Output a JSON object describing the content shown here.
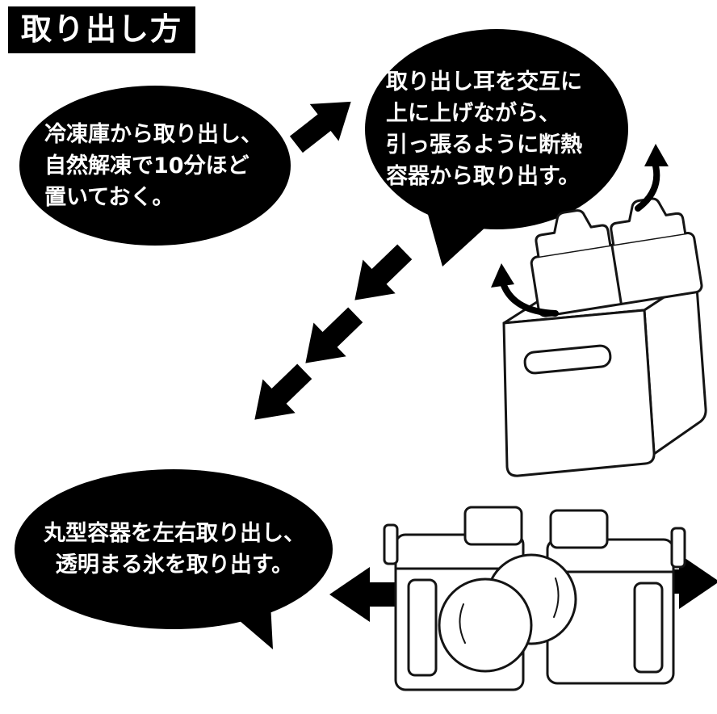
{
  "title": "取り出し方",
  "bubbles": {
    "step1": {
      "lines": [
        "冷凍庫から取り出し、",
        "自然解凍で10分ほど",
        "置いておく。"
      ]
    },
    "step2": {
      "lines": [
        "取り出し耳を交互に",
        "上に上げながら、",
        "引っ張るように断熱",
        "容器から取り出す。"
      ]
    },
    "step3": {
      "lines": [
        "丸型容器を左右取り出し、",
        "透明まる氷を取り出す。"
      ]
    }
  },
  "colors": {
    "ink": "#000000",
    "paper": "#ffffff",
    "bubble_fill": "#000000",
    "bubble_text": "#ffffff"
  },
  "icons": {
    "arrow_up_right": "solid-block-arrow",
    "arrow_down_left": "solid-block-arrow",
    "arrow_left": "solid-block-arrow",
    "arrow_right": "solid-block-arrow",
    "curved_arrow": "lift-motion-arrow"
  }
}
